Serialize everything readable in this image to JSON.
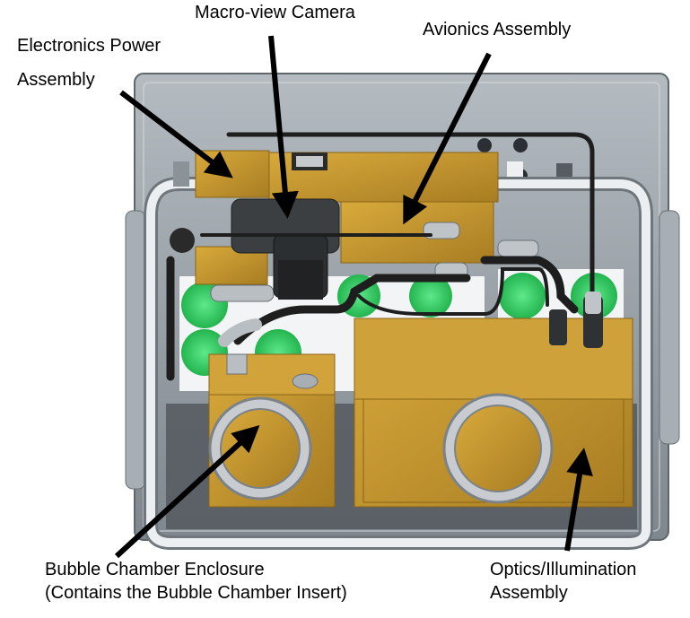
{
  "labels": {
    "electronics_power_line1": "Electronics Power",
    "electronics_power_line2": "Assembly",
    "macro_camera": "Macro-view Camera",
    "avionics": "Avionics Assembly",
    "bubble_chamber_line1": "Bubble Chamber Enclosure",
    "bubble_chamber_line2": "(Contains the Bubble Chamber Insert)",
    "optics_line1": "Optics/Illumination",
    "optics_line2": "Assembly"
  },
  "colors": {
    "housing": "#9aa3aa",
    "frame": "#c8ccd0",
    "brass": "#c99a2e",
    "brass_dark": "#9c7420",
    "cable": "#1e1e1e",
    "green_panel": "#37d36a",
    "arrow": "#000000"
  }
}
